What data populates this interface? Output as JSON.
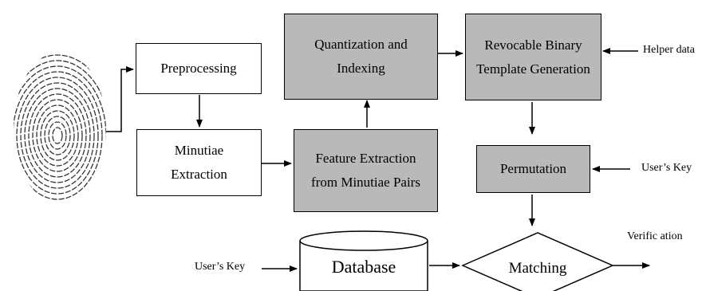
{
  "nodes": {
    "preprocessing": "Preprocessing",
    "minutiae_extraction": "Minutiae\nExtraction",
    "feature_extraction": "Feature Extraction\nfrom Minutiae Pairs",
    "quantization": "Quantization and\nIndexing",
    "revocable": "Revocable Binary\nTemplate Generation",
    "permutation": "Permutation",
    "database": "Database",
    "matching": "Matching"
  },
  "inputs": {
    "helper_data": "Helper data",
    "users_key_right": "User’s Key",
    "users_key_left": "User’s Key",
    "verification": "Verific ation"
  },
  "colors": {
    "shaded_box": "#b9b9b9",
    "plain_box": "#ffffff",
    "line": "#000000"
  },
  "icons": {
    "fingerprint": "fingerprint-image"
  }
}
